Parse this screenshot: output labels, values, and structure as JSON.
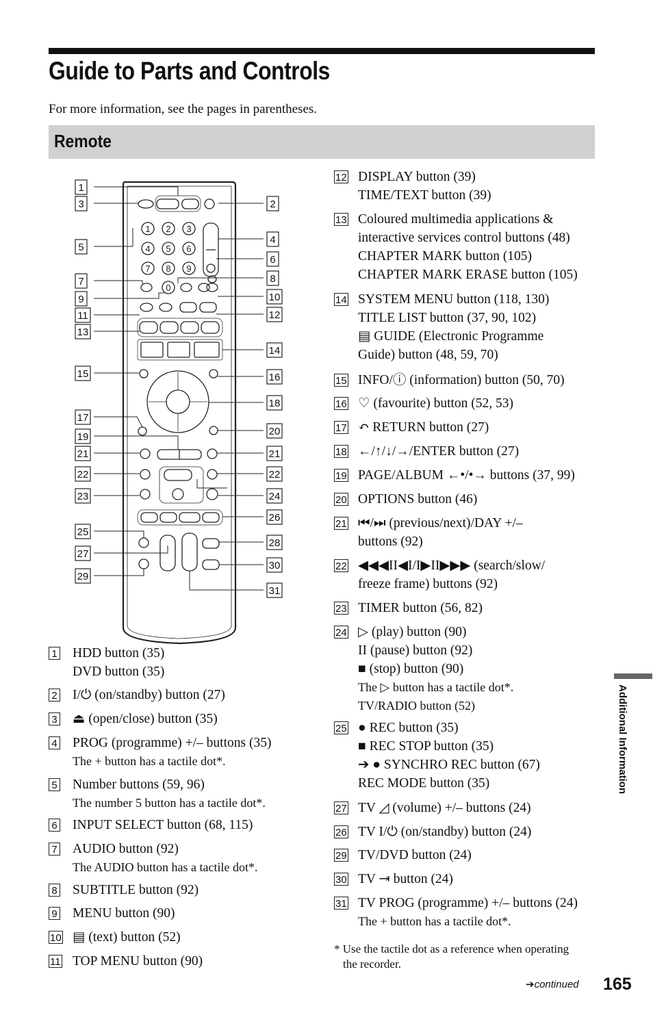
{
  "page": {
    "title": "Guide to Parts and Controls",
    "intro": "For more information, see the pages in parentheses.",
    "section": "Remote",
    "side_label": "Additional Information",
    "continued": "continued",
    "page_number": "165",
    "footnote": [
      "* Use the tactile dot as a reference when operating",
      "the recorder."
    ]
  },
  "remote_callouts": {
    "left": [
      "1",
      "3",
      "5",
      "7",
      "9",
      "11",
      "13",
      "15",
      "17",
      "19",
      "21",
      "22",
      "23",
      "25",
      "27",
      "29"
    ],
    "right": [
      "2",
      "4",
      "6",
      "8",
      "10",
      "12",
      "14",
      "16",
      "18",
      "20",
      "21",
      "22",
      "24",
      "26",
      "28",
      "30",
      "31"
    ],
    "number_keys": [
      "1",
      "2",
      "3",
      "4",
      "5",
      "6",
      "7",
      "8",
      "9",
      "0"
    ]
  },
  "left_items": [
    {
      "n": "1",
      "lines": [
        "HDD button (35)",
        "DVD button (35)"
      ]
    },
    {
      "n": "2",
      "lines": [
        "I/⏻ (on/standby) button (27)"
      ]
    },
    {
      "n": "3",
      "lines": [
        "⏏ (open/close) button (35)"
      ]
    },
    {
      "n": "4",
      "lines": [
        "PROG (programme) +/– buttons (35)"
      ],
      "note": [
        "The + button has a tactile dot*."
      ]
    },
    {
      "n": "5",
      "lines": [
        "Number buttons (59, 96)"
      ],
      "note": [
        "The number 5 button has a tactile dot*."
      ]
    },
    {
      "n": "6",
      "lines": [
        "INPUT SELECT button (68, 115)"
      ]
    },
    {
      "n": "7",
      "lines": [
        "AUDIO button (92)"
      ],
      "note": [
        "The AUDIO button has a tactile dot*."
      ]
    },
    {
      "n": "8",
      "lines": [
        "SUBTITLE button (92)"
      ]
    },
    {
      "n": "9",
      "lines": [
        "MENU button (90)"
      ]
    },
    {
      "n": "10",
      "lines": [
        "▤ (text) button (52)"
      ]
    },
    {
      "n": "11",
      "lines": [
        "TOP MENU button (90)"
      ]
    }
  ],
  "right_items": [
    {
      "n": "12",
      "lines": [
        "DISPLAY button (39)",
        "TIME/TEXT button (39)"
      ]
    },
    {
      "n": "13",
      "lines": [
        "Coloured multimedia applications &",
        "interactive services control buttons (48)",
        "CHAPTER MARK button (105)",
        "CHAPTER MARK ERASE button (105)"
      ]
    },
    {
      "n": "14",
      "lines": [
        "SYSTEM MENU button (118, 130)",
        "TITLE LIST button (37, 90, 102)",
        "▤ GUIDE (Electronic Programme",
        "Guide) button (48, 59, 70)"
      ]
    },
    {
      "n": "15",
      "lines": [
        "INFO/ⓘ (information) button (50, 70)"
      ]
    },
    {
      "n": "16",
      "lines": [
        "♡ (favourite) button (52, 53)"
      ]
    },
    {
      "n": "17",
      "lines": [
        "↶ RETURN button (27)"
      ]
    },
    {
      "n": "18",
      "lines": [
        "←/↑/↓/→/ENTER button (27)"
      ]
    },
    {
      "n": "19",
      "lines": [
        "PAGE/ALBUM ←•/•→ buttons (37, 99)"
      ]
    },
    {
      "n": "20",
      "lines": [
        "OPTIONS button (46)"
      ]
    },
    {
      "n": "21",
      "lines": [
        "⏮/⏭ (previous/next)/DAY +/–",
        "buttons (92)"
      ]
    },
    {
      "n": "22",
      "lines": [
        "◀◀◀II◀I/I▶II▶▶▶ (search/slow/",
        "freeze frame) buttons (92)"
      ]
    },
    {
      "n": "23",
      "lines": [
        "TIMER button (56, 82)"
      ]
    },
    {
      "n": "24",
      "lines": [
        "▷ (play) button (90)",
        "II (pause) button (92)",
        "■ (stop) button (90)"
      ],
      "note": [
        "The ▷ button has a tactile dot*.",
        "TV/RADIO button (52)"
      ]
    },
    {
      "n": "25",
      "lines": [
        "● REC button (35)",
        "■ REC STOP button (35)",
        "➔ ● SYNCHRO REC button (67)",
        "REC MODE button (35)"
      ]
    },
    {
      "n": "27",
      "lines": [
        "TV ◿ (volume) +/– buttons (24)"
      ]
    },
    {
      "n": "26",
      "lines": [
        "TV I/⏻ (on/standby) button (24)"
      ]
    },
    {
      "n": "29",
      "lines": [
        "TV/DVD button (24)"
      ]
    },
    {
      "n": "30",
      "lines": [
        "TV ⇥ button (24)"
      ]
    },
    {
      "n": "31",
      "lines": [
        "TV PROG (programme) +/– buttons (24)"
      ],
      "note": [
        "The + button has a tactile dot*."
      ]
    }
  ]
}
